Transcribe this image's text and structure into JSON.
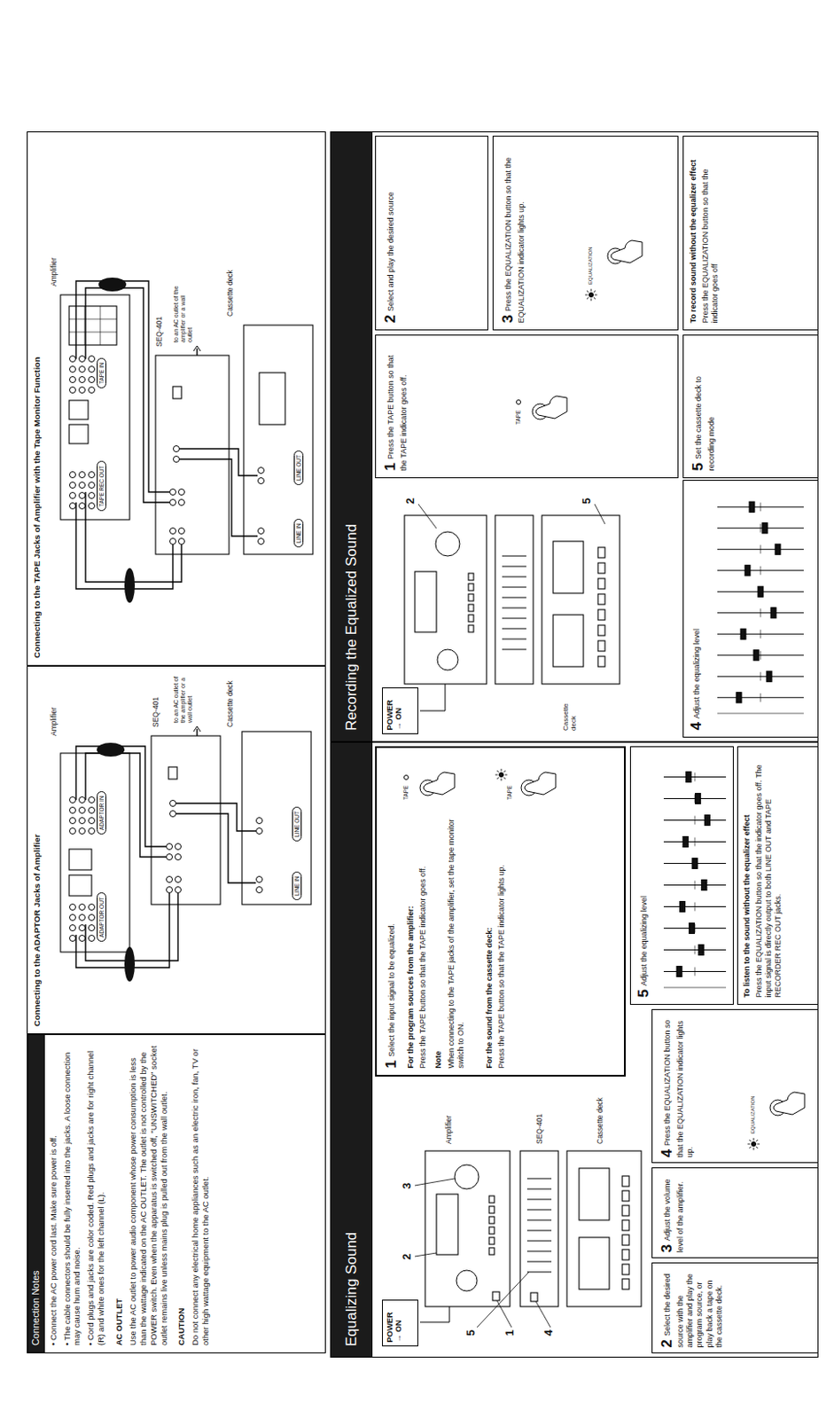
{
  "diagram": {
    "nodes": [
      {
        "text": [
          "Connection Notes",
          "• Connect the AC power cord last. Make sure power is off.",
          "• The cable connectors should be fully inserted into the jacks. A loose connection may cause hum and noise.",
          "• Cord plugs and jacks are color coded. Red plugs and jacks are for right channel (R) and white ones for the left channel (L).",
          "AC OUTLET",
          "Use the AC outlet to power audio component whose power consumption is less than the wattage indicated on the AC OUTLET. The outlet is not controlled by the POWER switch. Even when the apparatus is switched off, \"UNSWITCHED\" socket outlet remains live unless mains plug is pulled out from the wall outlet.",
          "CAUTION",
          "Do not connect any electrical home appliances such as an electric iron, fan, TV or other high wattage equipment to the AC outlet."
        ]
      },
      {
        "text": [
          "Connecting to the ADAPTOR Jacks of Amplifier"
        ]
      },
      {
        "text": [
          "Connecting to the TAPE Jacks of Amplifier with the Tape Monitor Function"
        ]
      },
      {
        "text": [
          "Equalizing Sound"
        ]
      },
      {
        "text": [
          "POWER → ON"
        ],
        "in": 3
      },
      {
        "text": [
          "1",
          "Select the input signal to be equalized.",
          "For the program sources from the amplifier:",
          "Press the TAPE button so that the TAPE indicator goes off.",
          "Note",
          "When connecting to the TAPE jacks of the amplifier, set the tape monitor switch to ON.",
          "For the sound from the cassette deck:",
          "Press the TAPE button so that the TAPE indicator lights up."
        ],
        "in": 3
      },
      {
        "text": [
          "2",
          "Select the desired source with the amplifier and play the program source, or play back a tape on the cassette deck."
        ],
        "in": 3
      },
      {
        "text": [
          "3",
          "Adjust the volume level of the amplifier."
        ],
        "in": 3
      },
      {
        "text": [
          "4",
          "Press the EQUALIZATION button so that the EQUALIZATION indicator lights up."
        ],
        "in": 3
      },
      {
        "text": [
          "5",
          "Adjust the equalizing level"
        ],
        "in": 3
      },
      {
        "text": [
          "To listen to the sound without the equalizer effect",
          "Press the EQUALIZATION button so that the indicator goes off. The input signal is directly output to both LINE OUT and TAPE RECORDER REC OUT jacks."
        ],
        "in": 3
      },
      {
        "text": [
          "Recording the Equalized Sound"
        ]
      },
      {
        "text": [
          "POWER → ON"
        ],
        "in": 11
      },
      {
        "text": [
          "1",
          "Press the TAPE button so that the TAPE indicator goes off."
        ],
        "in": 11
      },
      {
        "text": [
          "2",
          "Select and play the desired source"
        ],
        "in": 11
      },
      {
        "text": [
          "3",
          "Press the EQUALIZATION button so that the EQUALIZATION indicator lights up."
        ],
        "in": 11
      },
      {
        "text": [
          "4",
          "Adjust the equalizing level"
        ],
        "in": 11
      },
      {
        "text": [
          "5",
          "Set the cassette deck to recording mode"
        ],
        "in": 11
      },
      {
        "text": [
          "To record sound without the equalizer effect",
          "Press the EQUALIZATION button so that the indicator goes off"
        ],
        "in": 11
      }
    ],
    "labels": [
      "Amplifier",
      "ADAPTOR OUT",
      "ADAPTOR IN",
      "SEQ-401",
      "to an AC outlet of the amplifier or a wall outlet",
      "Cassette deck",
      "LINE IN",
      "LINE OUT",
      "Amplifier",
      "TAPE REC OUT",
      "TAPE IN",
      "SEQ-401",
      "to an AC outlet of the amplifier or a wall outlet",
      "Cassette deck",
      "LINE IN",
      "LINE OUT",
      "2",
      "3",
      "Amplifier",
      "SEQ-401",
      "1",
      "4",
      "5",
      "Cassette deck",
      "TAPE",
      "TAPE",
      "EQUALIZATION",
      "2",
      "5",
      "Cassette deck",
      "TAPE",
      "EQUALIZATION"
    ]
  }
}
